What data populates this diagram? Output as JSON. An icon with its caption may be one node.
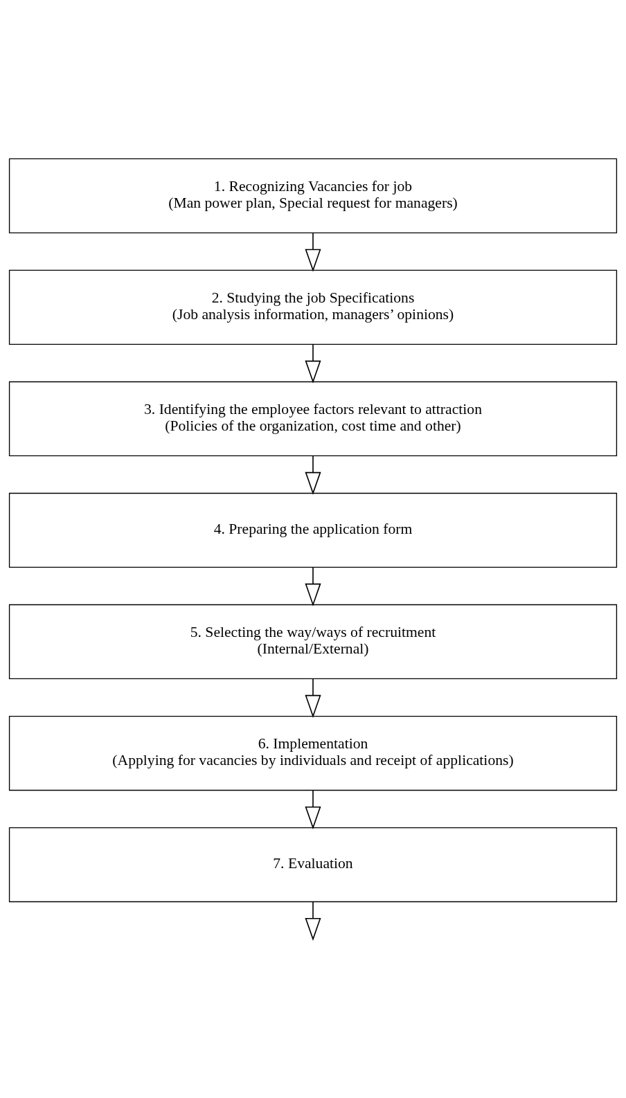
{
  "diagram": {
    "nodes": [
      {
        "text": [
          "1. Recognizing Vacancies for job",
          "(Man power plan, Special request for managers)"
        ]
      },
      {
        "text": [
          "2. Studying the job Specifications",
          "(Job analysis information, managers’ opinions)"
        ]
      },
      {
        "text": [
          "3. Identifying the employee factors relevant to attraction",
          "(Policies of the organization, cost time and other)"
        ]
      },
      {
        "text": [
          "4. Preparing the application form"
        ]
      },
      {
        "text": [
          "5. Selecting the way/ways of recruitment",
          "(Internal/External)"
        ]
      },
      {
        "text": [
          "6. Implementation",
          "(Applying for vacancies by individuals and receipt of applications)"
        ]
      },
      {
        "text": [
          "7. Evaluation"
        ]
      }
    ],
    "edges": [
      {
        "from": 0,
        "to": 1,
        "arrow": "to"
      },
      {
        "from": 1,
        "to": 2,
        "arrow": "to"
      },
      {
        "from": 2,
        "to": 3,
        "arrow": "to"
      },
      {
        "from": 3,
        "to": 4,
        "arrow": "to"
      },
      {
        "from": 4,
        "to": 5,
        "arrow": "to"
      },
      {
        "from": 5,
        "to": 6,
        "arrow": "to"
      },
      {
        "from": 6,
        "to": null,
        "arrow": "to"
      }
    ]
  }
}
